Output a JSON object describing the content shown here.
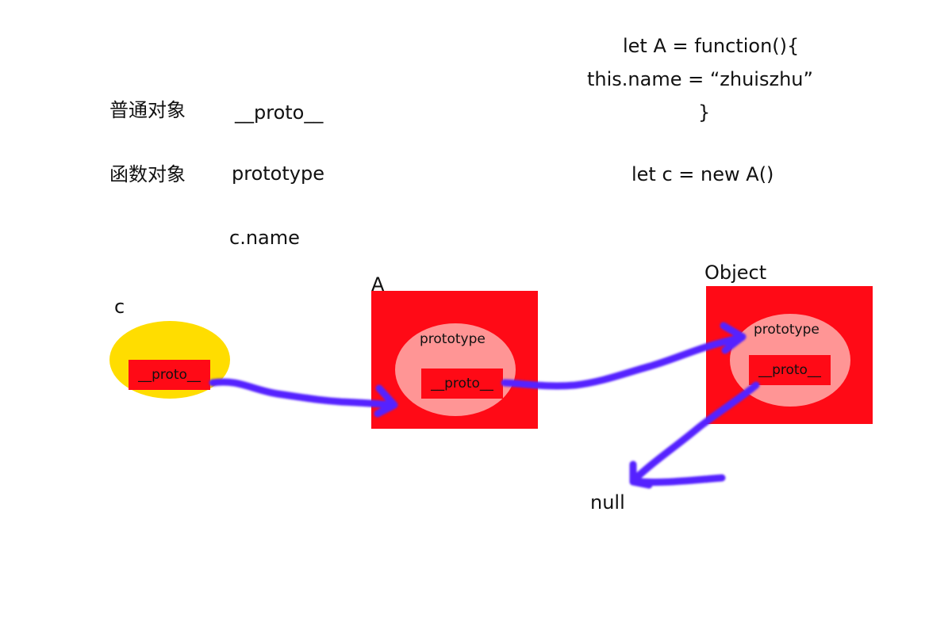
{
  "notes": {
    "ordinary_object_label": "普通对象",
    "ordinary_object_prop": "__proto__",
    "function_object_label": "函数对象",
    "function_object_prop": "prototype",
    "access_example": "c.name"
  },
  "code": {
    "line1": "let A = function(){",
    "line2": "this.name =   “zhuiszhu”",
    "line3": "}",
    "line4": "let c = new A()"
  },
  "nodes": {
    "c": {
      "title": "c",
      "proto_label": "__proto__"
    },
    "A": {
      "title": "A",
      "prototype_label": "prototype",
      "proto_label": "__proto__"
    },
    "Object": {
      "title": "Object",
      "prototype_label": "prototype",
      "proto_label": "__proto__"
    },
    "null_label": "null"
  },
  "colors": {
    "red_box": "#ff0a16",
    "pink_ellipse": "#ff9595",
    "yellow_ellipse": "#ffdd00",
    "arrow": "#5522ff"
  }
}
